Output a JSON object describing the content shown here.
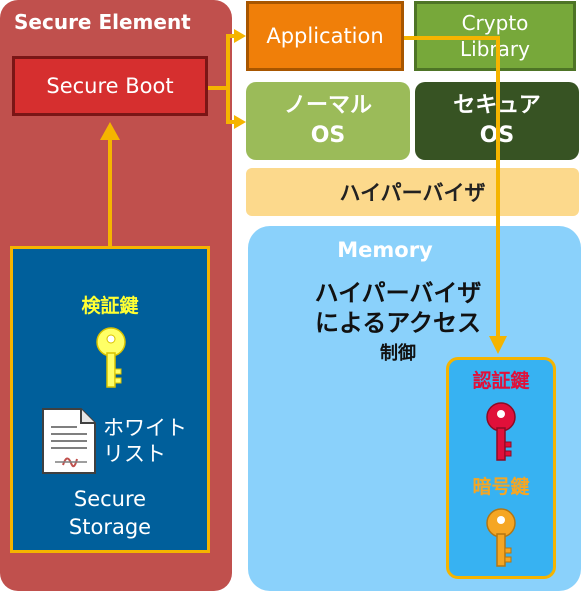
{
  "secure_element": {
    "title": "Secure Element",
    "secure_boot": "Secure Boot",
    "storage": {
      "verify_key_label": "検証鍵",
      "whitelist_line1": "ホワイト",
      "whitelist_line2": "リスト",
      "label_line1": "Secure",
      "label_line2": "Storage"
    }
  },
  "application": "Application",
  "crypto_library": {
    "line1": "Crypto",
    "line2": "Library"
  },
  "normal_os": {
    "line1": "ノーマル",
    "line2": "OS"
  },
  "secure_os": {
    "line1": "セキュア",
    "line2": "OS"
  },
  "hypervisor": "ハイパーバイザ",
  "memory": {
    "title": "Memory",
    "access_line1": "ハイパーバイザ",
    "access_line2": "によるアクセス",
    "control": "制御",
    "auth_key_label": "認証鍵",
    "enc_key_label": "暗号鍵"
  },
  "colors": {
    "secure_element": "#c0504d",
    "secure_boot": "#d62f2f",
    "storage": "#005f9b",
    "application": "#f07f09",
    "crypto": "#77a83a",
    "normal_os": "#9bbb59",
    "secure_os": "#375323",
    "hypervisor": "#fcd98c",
    "memory": "#8ad1fb",
    "keybox": "#37b2f2",
    "arrow": "#f5b400"
  },
  "icons": [
    "key-icon",
    "document-icon"
  ]
}
